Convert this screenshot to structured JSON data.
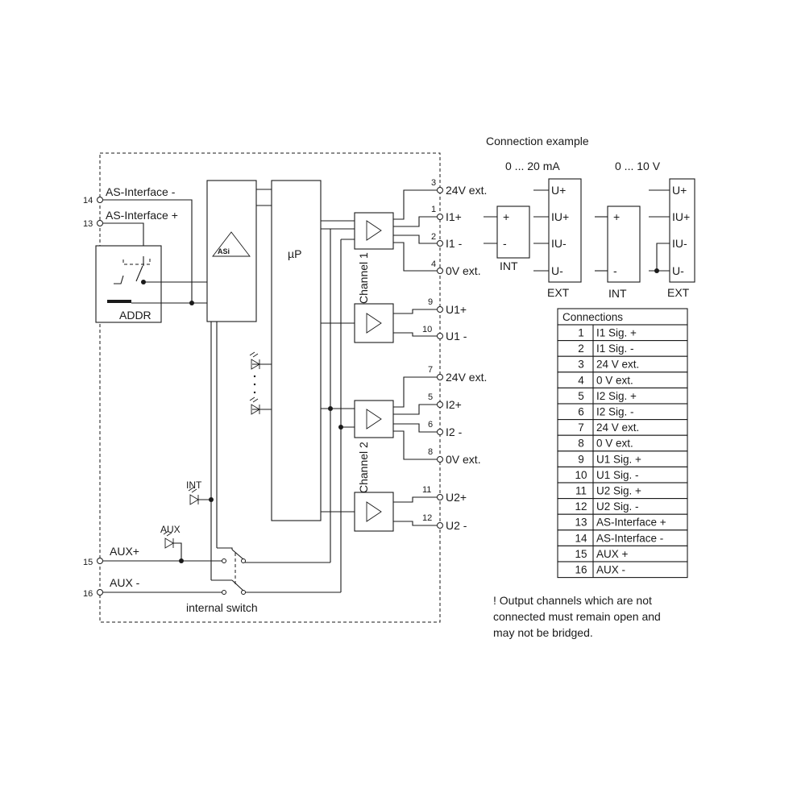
{
  "diagram": {
    "connection_example_title": "Connection example",
    "range_current": "0 ... 20 mA",
    "range_voltage": "0 ... 10 V",
    "as_interface_minus": "AS-Interface -",
    "as_interface_plus": "AS-Interface +",
    "addr": "ADDR",
    "mu_p": "µP",
    "channel1": "Channel 1",
    "channel2": "Channel 2",
    "int_label": "INT",
    "aux_label": "AUX",
    "aux_plus": "AUX+",
    "aux_minus": "AUX -",
    "internal_switch": "internal switch",
    "terminals": [
      {
        "num": "14",
        "label": ""
      },
      {
        "num": "13",
        "label": ""
      },
      {
        "num": "15",
        "label": ""
      },
      {
        "num": "16",
        "label": ""
      },
      {
        "num": "3",
        "label": "24V ext."
      },
      {
        "num": "1",
        "label": "I1+"
      },
      {
        "num": "2",
        "label": "I1 -"
      },
      {
        "num": "4",
        "label": "0V ext."
      },
      {
        "num": "9",
        "label": "U1+"
      },
      {
        "num": "10",
        "label": "U1 -"
      },
      {
        "num": "7",
        "label": "24V ext."
      },
      {
        "num": "5",
        "label": "I2+"
      },
      {
        "num": "6",
        "label": "I2 -"
      },
      {
        "num": "8",
        "label": "0V ext."
      },
      {
        "num": "11",
        "label": "U2+"
      },
      {
        "num": "12",
        "label": "U2 -"
      }
    ],
    "example_current": {
      "int_box": {
        "plus": "+",
        "minus": "-",
        "label": "INT"
      },
      "ext_box": {
        "pins": [
          "U+",
          "IU+",
          "IU-",
          "U-"
        ],
        "label": "EXT"
      }
    },
    "example_voltage": {
      "int_box": {
        "plus": "+",
        "minus": "-",
        "label": "INT"
      },
      "ext_box": {
        "pins": [
          "U+",
          "IU+",
          "IU-",
          "U-"
        ],
        "label": "EXT"
      }
    },
    "connections_table": {
      "header": "Connections",
      "rows": [
        [
          "1",
          "I1 Sig. +"
        ],
        [
          "2",
          "I1 Sig. -"
        ],
        [
          "3",
          "24 V ext."
        ],
        [
          "4",
          "0 V ext."
        ],
        [
          "5",
          "I2 Sig. +"
        ],
        [
          "6",
          "I2 Sig. -"
        ],
        [
          "7",
          "24 V ext."
        ],
        [
          "8",
          "0 V ext."
        ],
        [
          "9",
          "U1 Sig. +"
        ],
        [
          "10",
          "U1 Sig. -"
        ],
        [
          "11",
          "U2 Sig. +"
        ],
        [
          "12",
          "U2 Sig. -"
        ],
        [
          "13",
          "AS-Interface +"
        ],
        [
          "14",
          "AS-Interface -"
        ],
        [
          "15",
          "AUX +"
        ],
        [
          "16",
          "AUX -"
        ]
      ]
    },
    "note_lines": [
      "! Output channels which are not",
      "connected must remain open and",
      "may not be bridged."
    ]
  }
}
